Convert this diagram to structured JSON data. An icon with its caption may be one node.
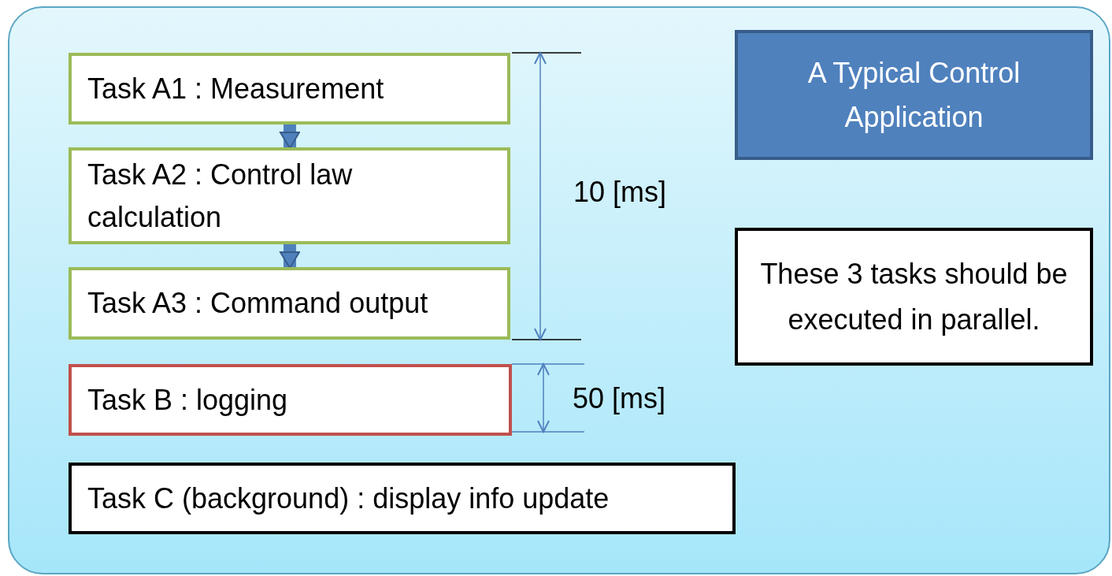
{
  "diagram": {
    "nodes": [
      {
        "text": [
          "Task A1 : Measurement"
        ]
      },
      {
        "text": [
          "Task A2 : Control law calculation"
        ]
      },
      {
        "text": [
          "Task A3 : Command output"
        ]
      },
      {
        "text": [
          "Task B : logging"
        ]
      },
      {
        "text": [
          "Task C (background) : display info update"
        ]
      },
      {
        "text": [
          "A Typical Control Application"
        ]
      },
      {
        "text": [
          "These 3 tasks should be executed in parallel."
        ]
      }
    ],
    "edges": [
      {
        "from": 0,
        "to": 1,
        "arrow": "to"
      },
      {
        "from": 1,
        "to": 2,
        "arrow": "to"
      }
    ],
    "labels": [
      "10 [ms]",
      "50 [ms]"
    ]
  }
}
